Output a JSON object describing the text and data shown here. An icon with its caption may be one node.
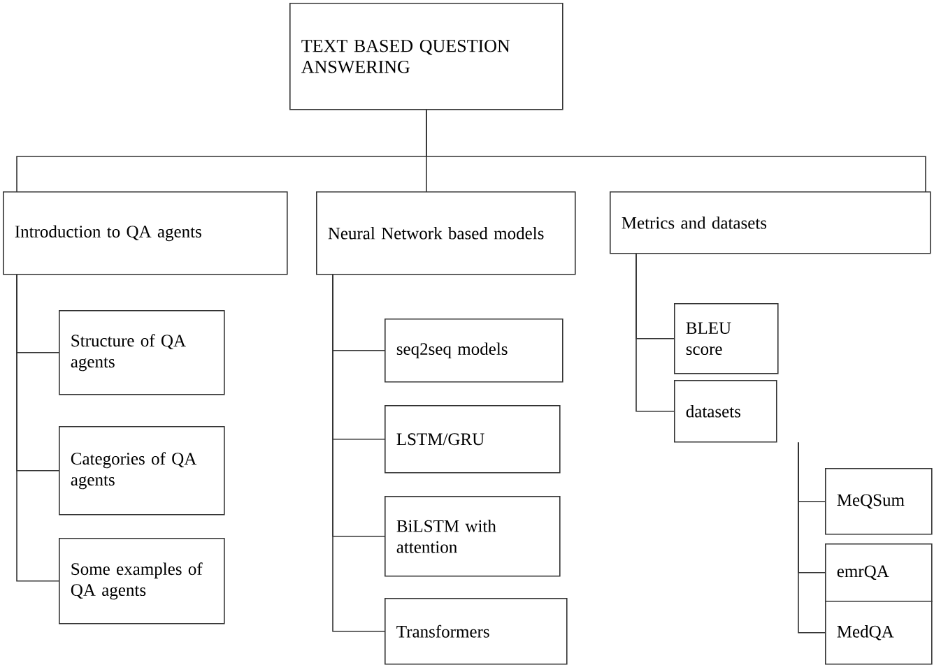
{
  "diagram": {
    "nodes": [
      {
        "text": [
          "TEXT BASED QUESTION ANSWERING"
        ]
      },
      {
        "text": [
          "Introduction to QA agents"
        ]
      },
      {
        "text": [
          "Neural Network based models"
        ]
      },
      {
        "text": [
          "Metrics and datasets"
        ]
      },
      {
        "text": [
          "Structure of QA agents"
        ]
      },
      {
        "text": [
          "Categories of QA agents"
        ]
      },
      {
        "text": [
          "Some examples of QA agents"
        ]
      },
      {
        "text": [
          "seq2seq models"
        ]
      },
      {
        "text": [
          "LSTM/GRU"
        ]
      },
      {
        "text": [
          "BiLSTM with attention"
        ]
      },
      {
        "text": [
          "Transformers"
        ]
      },
      {
        "text": [
          "BLEU score"
        ]
      },
      {
        "text": [
          "datasets"
        ]
      },
      {
        "text": [
          "MeQSum"
        ]
      },
      {
        "text": [
          "emrQA"
        ]
      },
      {
        "text": [
          "MedQA"
        ]
      }
    ],
    "edges": [
      {
        "from": 0,
        "to": 1,
        "arrow": "none"
      },
      {
        "from": 0,
        "to": 2,
        "arrow": "none"
      },
      {
        "from": 0,
        "to": 3,
        "arrow": "none"
      },
      {
        "from": 1,
        "to": 4,
        "arrow": "none"
      },
      {
        "from": 1,
        "to": 5,
        "arrow": "none"
      },
      {
        "from": 1,
        "to": 6,
        "arrow": "none"
      },
      {
        "from": 2,
        "to": 7,
        "arrow": "none"
      },
      {
        "from": 2,
        "to": 8,
        "arrow": "none"
      },
      {
        "from": 2,
        "to": 9,
        "arrow": "none"
      },
      {
        "from": 2,
        "to": 10,
        "arrow": "none"
      },
      {
        "from": 3,
        "to": 11,
        "arrow": "none"
      },
      {
        "from": 3,
        "to": 12,
        "arrow": "none"
      },
      {
        "from": 12,
        "to": 13,
        "arrow": "none"
      },
      {
        "from": 12,
        "to": 14,
        "arrow": "none"
      },
      {
        "from": 12,
        "to": 15,
        "arrow": "none"
      }
    ]
  }
}
